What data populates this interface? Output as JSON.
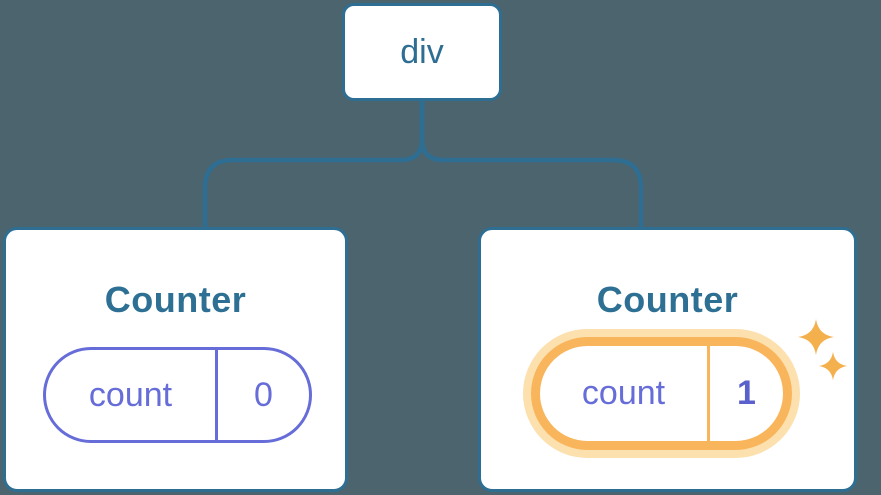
{
  "colors": {
    "background": "#4B646E",
    "node_blue": "#2E6E93",
    "title_blue": "#2E7093",
    "state_purple": "#666CD8",
    "updated_value_purple": "#5B61CC",
    "highlight_orange": "#F9B55C",
    "highlight_glow": "#FCE0AE",
    "sparkle_orange": "#F5B04E",
    "card_background": "#FFFFFF"
  },
  "icons": {
    "sparkle": "✦"
  },
  "tree": {
    "root": {
      "label": "div"
    },
    "children": [
      {
        "title": "Counter",
        "state": {
          "key": "count",
          "value": "0"
        },
        "highlighted": false
      },
      {
        "title": "Counter",
        "state": {
          "key": "count",
          "value": "1"
        },
        "highlighted": true
      }
    ]
  }
}
